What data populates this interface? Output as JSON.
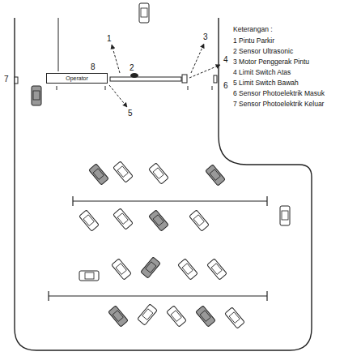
{
  "diagram": {
    "nodes": [
      {
        "text": [
          "Operator"
        ]
      }
    ],
    "edges": [],
    "labels": [
      "Keterangan :",
      "1",
      "2",
      "3",
      "4",
      "5",
      "6",
      "7",
      "8"
    ],
    "legend": [
      {
        "text": "1 Pintu Parkir"
      },
      {
        "text": "2 Sensor Ultrasonic"
      },
      {
        "text": "3 Motor Penggerak Pintu"
      },
      {
        "text": "4 Limit Switch Atas"
      },
      {
        "text": "5 Limit Switch Bawah"
      },
      {
        "text": "6 Sensor Photoelektrik Masuk"
      },
      {
        "text": "7 Sensor Photoelektrik Keluar"
      }
    ]
  }
}
